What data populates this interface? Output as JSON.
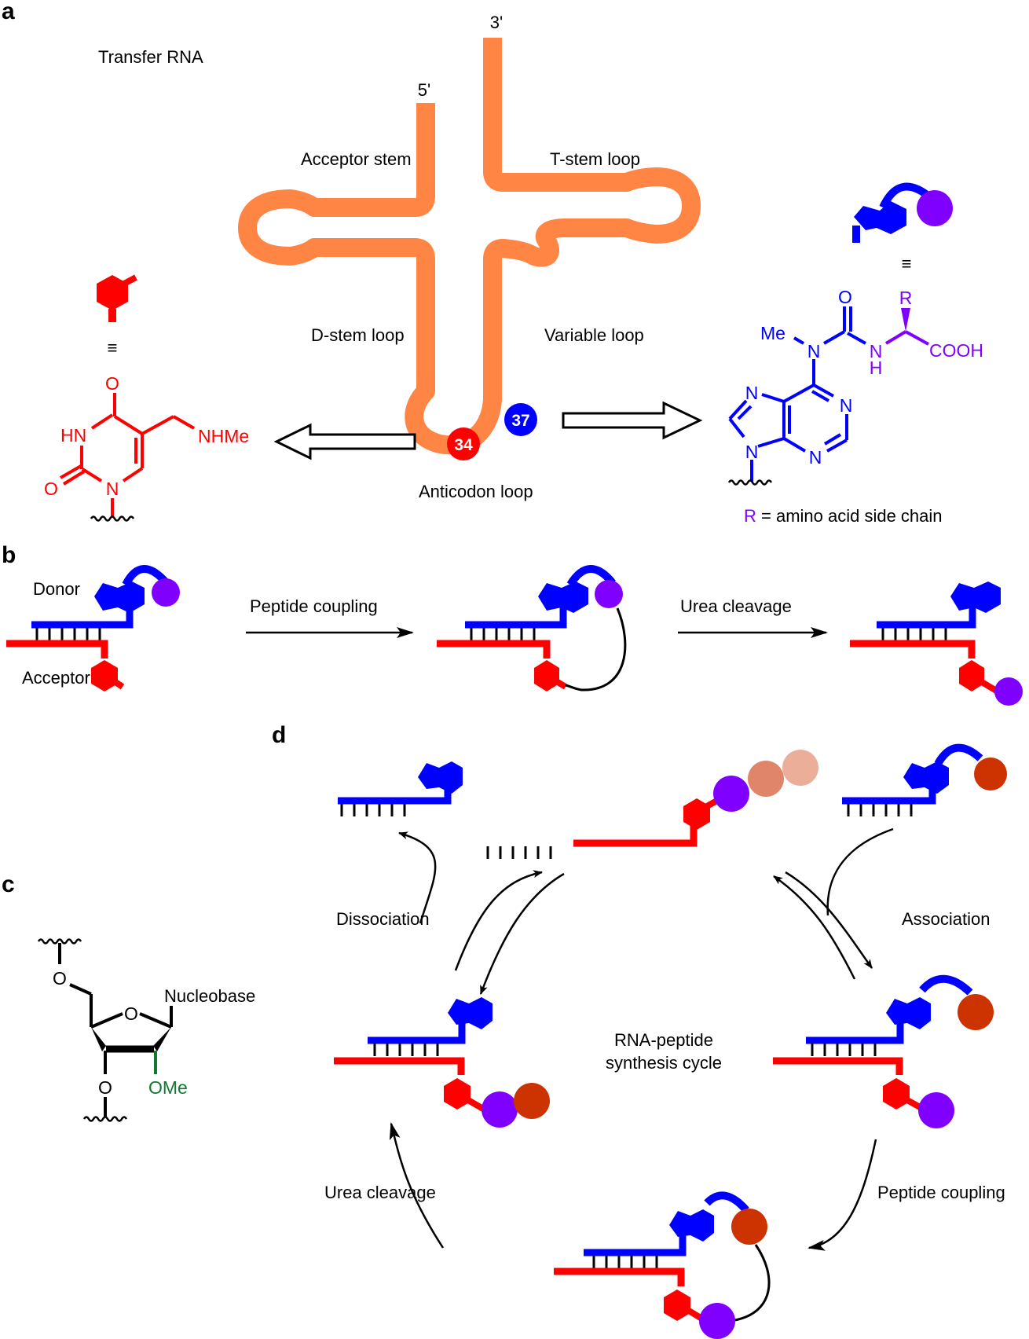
{
  "panels": {
    "a": "a",
    "b": "b",
    "c": "c",
    "d": "d"
  },
  "panel_a": {
    "title": "Transfer RNA",
    "end_5": "5'",
    "end_3": "3'",
    "labels": {
      "acceptor_stem": "Acceptor stem",
      "t_stem_loop": "T-stem loop",
      "d_stem_loop": "D-stem loop",
      "variable_loop": "Variable loop",
      "anticodon_loop": "Anticodon loop"
    },
    "positions": {
      "pos34": "34",
      "pos37": "37"
    },
    "equiv_symbol": "≡",
    "left_molecule": {
      "o_top": "O",
      "hn": "HN",
      "o_left": "O",
      "n": "N",
      "nhme": "NHMe"
    },
    "right_molecule": {
      "me": "Me",
      "n_urea": "N",
      "o_urea": "O",
      "nh_n": "N",
      "nh_h": "H",
      "r": "R",
      "cooh": "COOH",
      "n7": "N",
      "n1": "N",
      "n3": "N",
      "n9": "N"
    },
    "legend_r": "R",
    "legend_text": " = amino acid side chain"
  },
  "panel_b": {
    "donor": "Donor",
    "acceptor": "Acceptor",
    "step1": "Peptide coupling",
    "step2": "Urea cleavage"
  },
  "panel_c": {
    "o5": "O",
    "o_ring": "O",
    "o3": "O",
    "nucleobase": "Nucleobase",
    "ome": "OMe"
  },
  "panel_d": {
    "center_line1": "RNA-peptide",
    "center_line2": "synthesis cycle",
    "dissociation": "Dissociation",
    "association": "Association",
    "urea_cleavage": "Urea cleavage",
    "peptide_coupling": "Peptide coupling"
  },
  "colors": {
    "trna": "#ff8545",
    "acceptor_red": "#ff0000",
    "donor_blue": "#0000ff",
    "amino_acid_purple": "#8000ff",
    "amino_acid_rust": "#cc3300",
    "amino_acid_salmon": "#e0856a",
    "amino_acid_pale": "#ebae98",
    "ome_green": "#117733"
  }
}
